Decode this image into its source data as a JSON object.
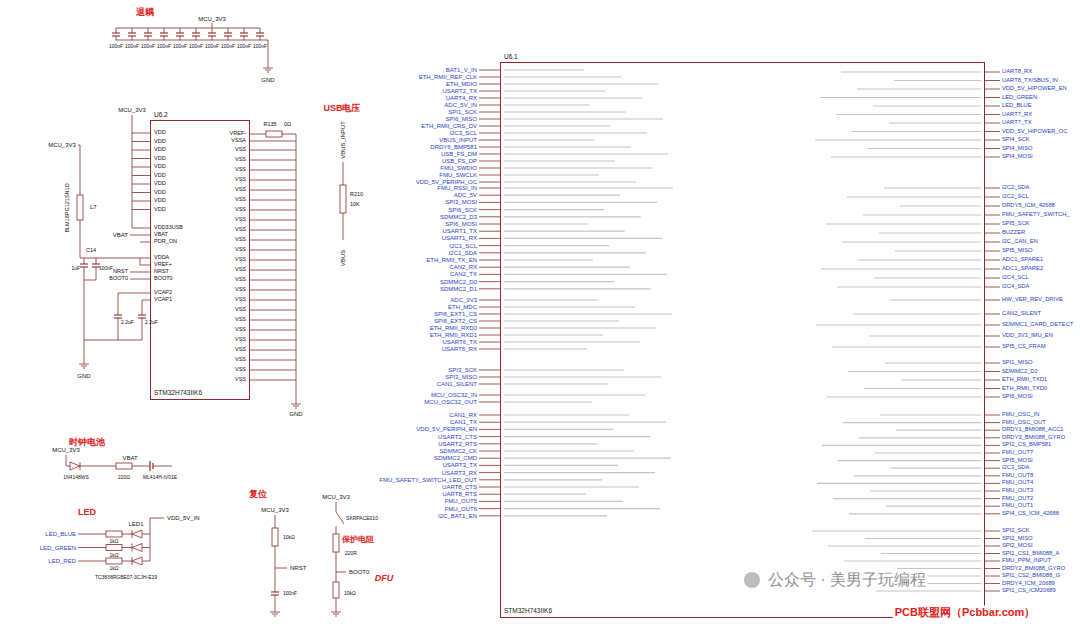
{
  "diagram": {
    "nodes": [
      {
        "text": [
          "U6.2",
          "STM32H743IIK6"
        ]
      },
      {
        "text": [
          "U6.1",
          "STM32H743IIK6"
        ]
      }
    ],
    "labels": [
      "退耦",
      "MCU_3V3",
      "100nF",
      "100nF",
      "100nF",
      "100nF",
      "100nF",
      "100nF",
      "100nF",
      "100nF",
      "100nF",
      "100nF",
      "GND",
      "MCU_3V3",
      "MCU_3V3",
      "L7",
      "BLM18PG121SN1D",
      "VDD",
      "VDD",
      "VDD",
      "VDD",
      "VDD",
      "VDD",
      "VDD",
      "VDD",
      "VDD",
      "VDD",
      "VDD33USB",
      "VBAT",
      "PDR_ON",
      "VDDA",
      "VREF+",
      "NRST",
      "BOOT0",
      "VCAP2",
      "VCAP1",
      "VREF-",
      "VSSA",
      "VSS",
      "VSS",
      "VSS",
      "VSS",
      "VSS",
      "VSS",
      "VSS",
      "VSS",
      "VSS",
      "VSS",
      "VSS",
      "VSS",
      "VSS",
      "VSS",
      "VSS",
      "VSS",
      "VSS",
      "VSS",
      "VSS",
      "VSS",
      "VSS",
      "VSS",
      "VSS",
      "VSS",
      "R135",
      "0Ω",
      "VBAT",
      "NRST",
      "BOOT0",
      "C14",
      "1uF",
      "100nF",
      "2.2uF",
      "2.2uF",
      "GND",
      "GND",
      "USB电压",
      "VBUS_INPUT",
      "R210",
      "10K",
      "VBUS",
      "BAT1_V_IN",
      "ETH_RMII_REF_CLK",
      "ETH_MDIO",
      "USART2_TX",
      "UART4_RX",
      "ADC_5V_IN",
      "SPI1_SCK",
      "SPI6_MISO",
      "ETH_RMII_CRS_DV",
      "I2C3_SCL",
      "VBUS_INPUT",
      "DRDY6_BMP581",
      "USB_FS_DM",
      "USB_FS_DP",
      "FMU_SWDIO",
      "FMU_SWCLK",
      "VDD_5V_PERIPH_OC",
      "FMU_RSSI_IN",
      "ADC_5V",
      "SPI3_MOSI",
      "SPI6_SCK",
      "SDMMC2_D3",
      "SPI6_MOSI",
      "USART1_TX",
      "USART1_RX",
      "I2C1_SCL",
      "I2C1_SDA",
      "ETH_RMII_TX_EN",
      "CAN2_RX",
      "CAN2_TX",
      "SDMMC2_D0",
      "SDMMC2_D1",
      "ADC_3V3",
      "ETH_MDC",
      "SPI6_EXT1_CS",
      "SPI6_EXT2_CS",
      "ETH_RMII_RXD0",
      "ETH_RMII_RXD1",
      "USART6_TX",
      "USART6_RX",
      "SPI3_SCK",
      "SPI3_MISO",
      "CAN1_SILENT",
      "MCU_OSC32_IN",
      "MCU_OSC32_OUT",
      "CAN1_RX",
      "CAN1_TX",
      "VDD_5V_PERIPH_EN",
      "USART2_CTS",
      "USART2_RTS",
      "SDMMC2_CK",
      "SDMMC2_CMD",
      "USART3_TX",
      "USART3_RX",
      "FMU_SAFETY_SWITCH_LED_OUT",
      "UART8_CTS",
      "UART8_RTS",
      "FMU_OUT5",
      "FMU_OUT6",
      "I2C_BAT1_EN",
      "UART8_RX",
      "UART8_TX/SBUS_IN",
      "VDD_5V_HIPOWER_EN",
      "LED_GREEN",
      "LED_BLUE",
      "UART7_RX",
      "UART7_TX",
      "VDD_5V_HIPOWER_OC",
      "SPI4_SCK",
      "SPI4_MISO",
      "SPI4_MOSI",
      "I2C2_SDA",
      "I2C2_SCL",
      "DRDY5_ICM_42688",
      "FMU_SAFETY_SWITCH_",
      "SPI5_SCK",
      "BUZZER",
      "I2C_CAN_EN",
      "SPI5_MISO",
      "ADC1_SPARE1",
      "ADC1_SPARE2",
      "I2C4_SCL",
      "I2C4_SDA",
      "HW_VER_REV_DRIVE",
      "CAN2_SILENT",
      "SDMMC1_CARD_DETECT",
      "VDD_3V3_IMU_EN",
      "SPI5_CS_FRAM",
      "SPI1_MISO",
      "SDMMC2_D2",
      "ETH_RMII_TXD1",
      "ETH_RMII_TXD0",
      "SPI6_MOSI",
      "FMU_OSC_IN",
      "FMU_OSC_OUT",
      "DRDY1_BMI088_ACC1",
      "DRDY3_BMI088_GYRO",
      "SPI2_CS_BMP581",
      "FMU_OUT7",
      "SPI5_MOSI",
      "I2C3_SDA",
      "FMU_OUT8",
      "FMU_OUT4",
      "FMU_OUT3",
      "FMU_OUT2",
      "FMU_OUT1",
      "SPI4_CS_ICM_42688",
      "SPI2_SCK",
      "SPI2_MISO",
      "SPI2_MOSI",
      "SPI1_CS1_BMI088_A",
      "FMU_PPM_INPUT",
      "DRDY2_BMI088_GYRO",
      "SPI1_CS2_BMI088_G",
      "DRDY4_ICM_20689",
      "SPI1_CS_ICM20689",
      "时钟电池",
      "MCU_3V3",
      "VBAT",
      "1N4148WS",
      "220Ω",
      "ML414H-IV01E",
      "LED",
      "LED1",
      "VDD_5V_IN",
      "LED_BLUE",
      "LED_GREEN",
      "LED_RED",
      "1kΩ",
      "1kΩ",
      "1kΩ",
      "TC3838RGBE07-3CJH-E19",
      "复位",
      "MCU_3V3",
      "10kΩ",
      "NRST",
      "100nF",
      "MCU_3V3",
      "SKRPACE010",
      "保护电阻",
      "220R",
      "BOOT0",
      "DFU",
      "10kΩ",
      "公众号 · 美男子玩编程",
      "PCB联盟网（Pcbbar.com）"
    ]
  }
}
